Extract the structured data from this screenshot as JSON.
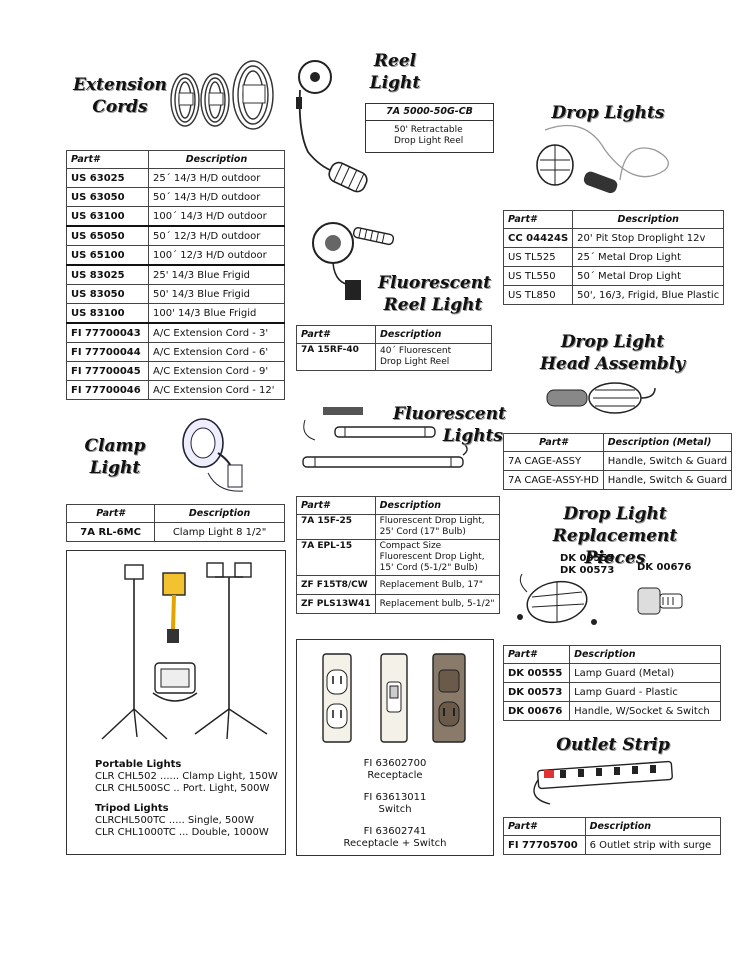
{
  "extension_cords": {
    "title_line1": "Extension",
    "title_line2": "Cords",
    "header": [
      "Part#",
      "Description"
    ],
    "rows": [
      [
        "US 63025",
        "25´ 14/3 H/D outdoor"
      ],
      [
        "US 63050",
        "50´ 14/3 H/D outdoor"
      ],
      [
        "US 63100",
        "100´ 14/3 H/D outdoor"
      ],
      [
        "US 65050",
        "50´ 12/3 H/D outdoor"
      ],
      [
        "US 65100",
        "100´ 12/3 H/D outdoor"
      ],
      [
        "US 83025",
        "25' 14/3 Blue Frigid"
      ],
      [
        "US 83050",
        "50' 14/3 Blue Frigid"
      ],
      [
        "US 83100",
        "100' 14/3 Blue Frigid"
      ],
      [
        "FI 77700043",
        "A/C Extension Cord - 3'"
      ],
      [
        "FI 77700044",
        "A/C Extension Cord - 6'"
      ],
      [
        "FI 77700045",
        "A/C Extension Cord - 9'"
      ],
      [
        "FI 77700046",
        "A/C Extension Cord - 12'"
      ]
    ]
  },
  "reel_light": {
    "title_line1": "Reel",
    "title_line2": "Light",
    "part": "7A 5000-50G-CB",
    "desc_line1": "50' Retractable",
    "desc_line2": "Drop Light Reel"
  },
  "drop_lights": {
    "title": "Drop Lights",
    "header": [
      "Part#",
      "Description"
    ],
    "rows": [
      [
        "CC 04424S",
        "20' Pit Stop Droplight 12v"
      ],
      [
        "US TL525",
        "25´ Metal Drop Light"
      ],
      [
        "US TL550",
        "50´ Metal Drop Light"
      ],
      [
        "US TL850",
        "50', 16/3, Frigid, Blue Plastic"
      ]
    ]
  },
  "fluorescent_reel": {
    "title_line1": "Fluorescent",
    "title_line2": "Reel Light",
    "header": [
      "Part#",
      "Description"
    ],
    "part": "7A 15RF-40",
    "desc_line1": "40´ Fluorescent",
    "desc_line2": "Drop Light Reel"
  },
  "head_assembly": {
    "title_line1": "Drop Light",
    "title_line2": "Head  Assembly",
    "header": [
      "Part#",
      "Description (Metal)"
    ],
    "rows": [
      [
        "7A CAGE-ASSY",
        "Handle, Switch & Guard"
      ],
      [
        "7A CAGE-ASSY-HD",
        "Handle, Switch & Guard"
      ]
    ]
  },
  "clamp_light": {
    "title_line1": "Clamp",
    "title_line2": "Light",
    "header": [
      "Part#",
      "Description"
    ],
    "part": "7A RL-6MC",
    "desc": "Clamp Light 8 1/2\""
  },
  "fluorescent_lights": {
    "title_line1": "Fluorescent",
    "title_line2": "Lights",
    "header": [
      "Part#",
      "Description"
    ],
    "r1_part": "7A 15F-25",
    "r1_d1": "Fluorescent Drop Light,",
    "r1_d2": "25' Cord (17\" Bulb)",
    "r2_part": "7A EPL-15",
    "r2_d1": "Compact  Size",
    "r2_d2": "Fluorescent Drop Light,",
    "r2_d3": "15' Cord (5-1/2\" Bulb)",
    "r3_part": "ZF F15T8/CW",
    "r3_desc": "Replacement Bulb, 17\"",
    "r4_part": "ZF PLS13W41",
    "r4_desc": "Replacement bulb, 5-1/2\""
  },
  "replacement_pieces": {
    "title_line1": "Drop Light",
    "title_line2": "Replacement Pieces",
    "label_a": "DK 00555",
    "label_b": "DK 00573",
    "label_c": "DK 00676",
    "header": [
      "Part#",
      "Description"
    ],
    "rows": [
      [
        "DK 00555",
        "Lamp Guard (Metal)"
      ],
      [
        "DK 00573",
        "Lamp Guard - Plastic"
      ],
      [
        "DK 00676",
        "Handle, W/Socket & Switch"
      ]
    ]
  },
  "work_lights": {
    "portable_heading": "Portable Lights",
    "portable_1": "CLR CHL502 ...... Clamp Light, 150W",
    "portable_2": "CLR CHL500SC .. Port. Light, 500W",
    "tripod_heading": "Tripod Lights",
    "tripod_1": "CLRCHL500TC  ..... Single, 500W",
    "tripod_2": "CLR CHL1000TC ... Double, 1000W"
  },
  "receptacles": {
    "item1_part": "FI 63602700",
    "item1_desc": "Receptacle",
    "item2_part": "FI 63613011",
    "item2_desc": "Switch",
    "item3_part": "FI 63602741",
    "item3_desc": "Receptacle + Switch"
  },
  "outlet_strip": {
    "title": "Outlet Strip",
    "header": [
      "Part#",
      "Description"
    ],
    "part": "FI 77705700",
    "desc": "6 Outlet strip with surge"
  }
}
